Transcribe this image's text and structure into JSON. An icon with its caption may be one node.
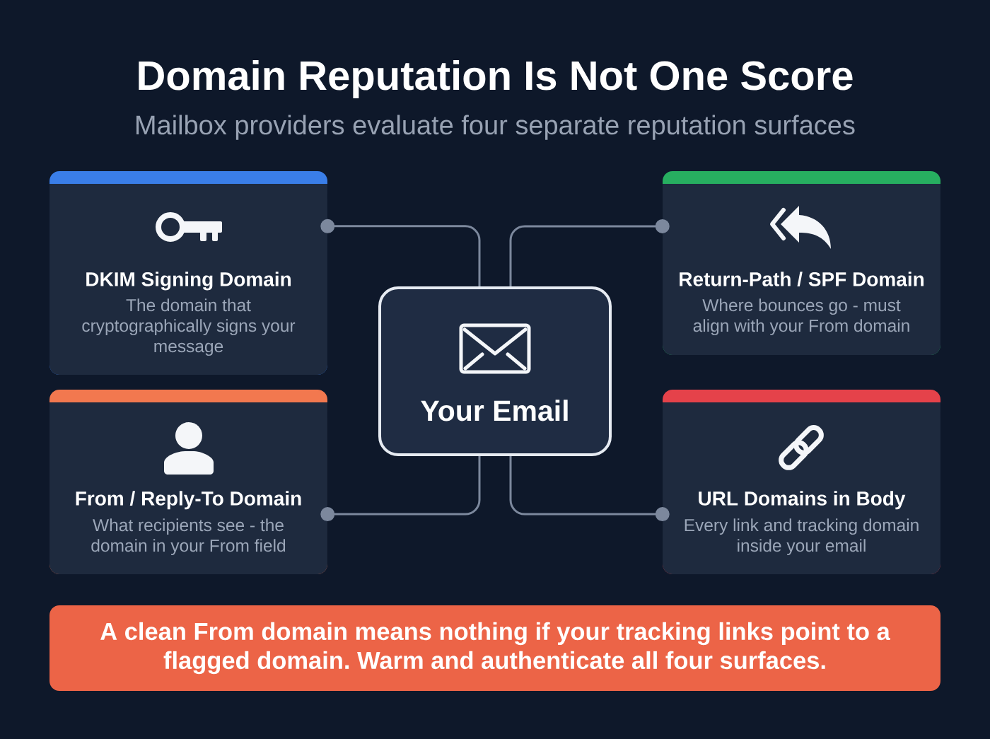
{
  "diagram": {
    "title": "Domain Reputation Is Not One Score",
    "nodes": [
      {
        "text": [
          "DKIM Signing Domain",
          "The domain that cryptographically signs your message"
        ]
      },
      {
        "text": [
          "Return-Path / SPF Domain",
          "Where bounces go - must align with your From domain"
        ]
      },
      {
        "text": [
          "Your Email"
        ]
      },
      {
        "text": [
          "From / Reply-To Domain",
          "What recipients see - the domain in your From field"
        ]
      },
      {
        "text": [
          "URL Domains in Body",
          "Every link and tracking domain inside your email"
        ]
      },
      {
        "text": [
          "A clean From domain means nothing if your tracking links point to a flagged domain. Warm and authenticate all four surfaces."
        ]
      }
    ],
    "edges": [
      {
        "from": 2,
        "to": 0,
        "arrow": "other"
      },
      {
        "from": 2,
        "to": 1,
        "arrow": "other"
      },
      {
        "from": 2,
        "to": 3,
        "arrow": "other"
      },
      {
        "from": 2,
        "to": 4,
        "arrow": "other"
      }
    ],
    "labels": [
      "Mailbox providers evaluate four separate reputation surfaces"
    ]
  }
}
